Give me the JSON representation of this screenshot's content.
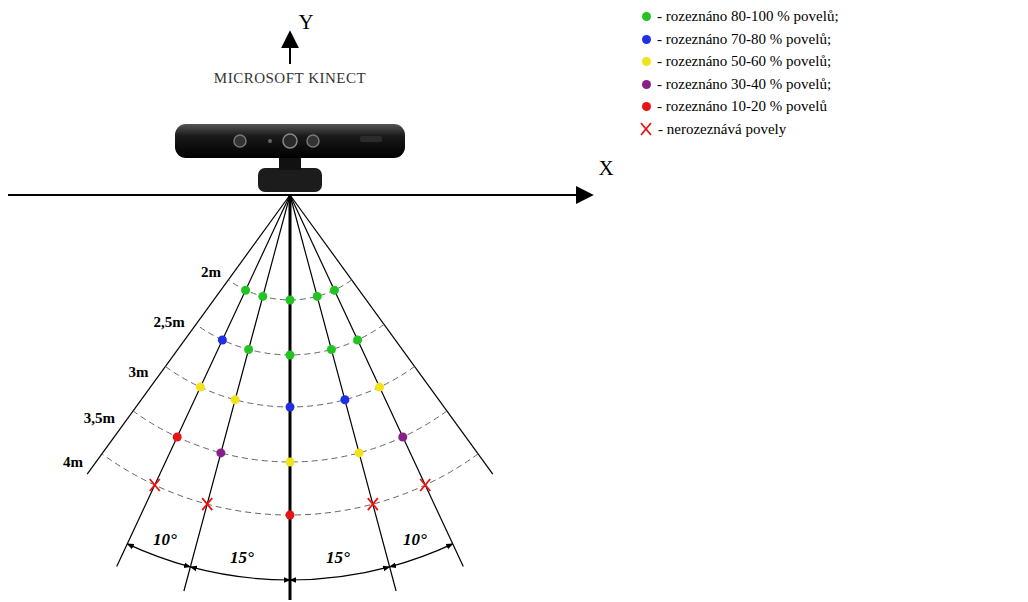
{
  "diagram": {
    "labels": [
      "MICROSOFT KINECT",
      "Y",
      "X",
      "2m",
      "2,5m",
      "3m",
      "3,5m",
      "4m",
      "10°",
      "15°",
      "15°",
      "10°"
    ],
    "legend": [
      {
        "text": "- rozeznáno 80-100 % povelů;",
        "color": "#22c422"
      },
      {
        "text": "- rozeznáno 70-80 % povelů;",
        "color": "#1f2fe6"
      },
      {
        "text": "- rozeznáno 50-60 % povelů;",
        "color": "#f2e21c"
      },
      {
        "text": "- rozeznáno 30-40 % povelů;",
        "color": "#8a1f8a"
      },
      {
        "text": "- rozeznáno 10-20 % povelů",
        "color": "#e81414"
      },
      {
        "text": "- nerozeznává povely"
      }
    ]
  }
}
